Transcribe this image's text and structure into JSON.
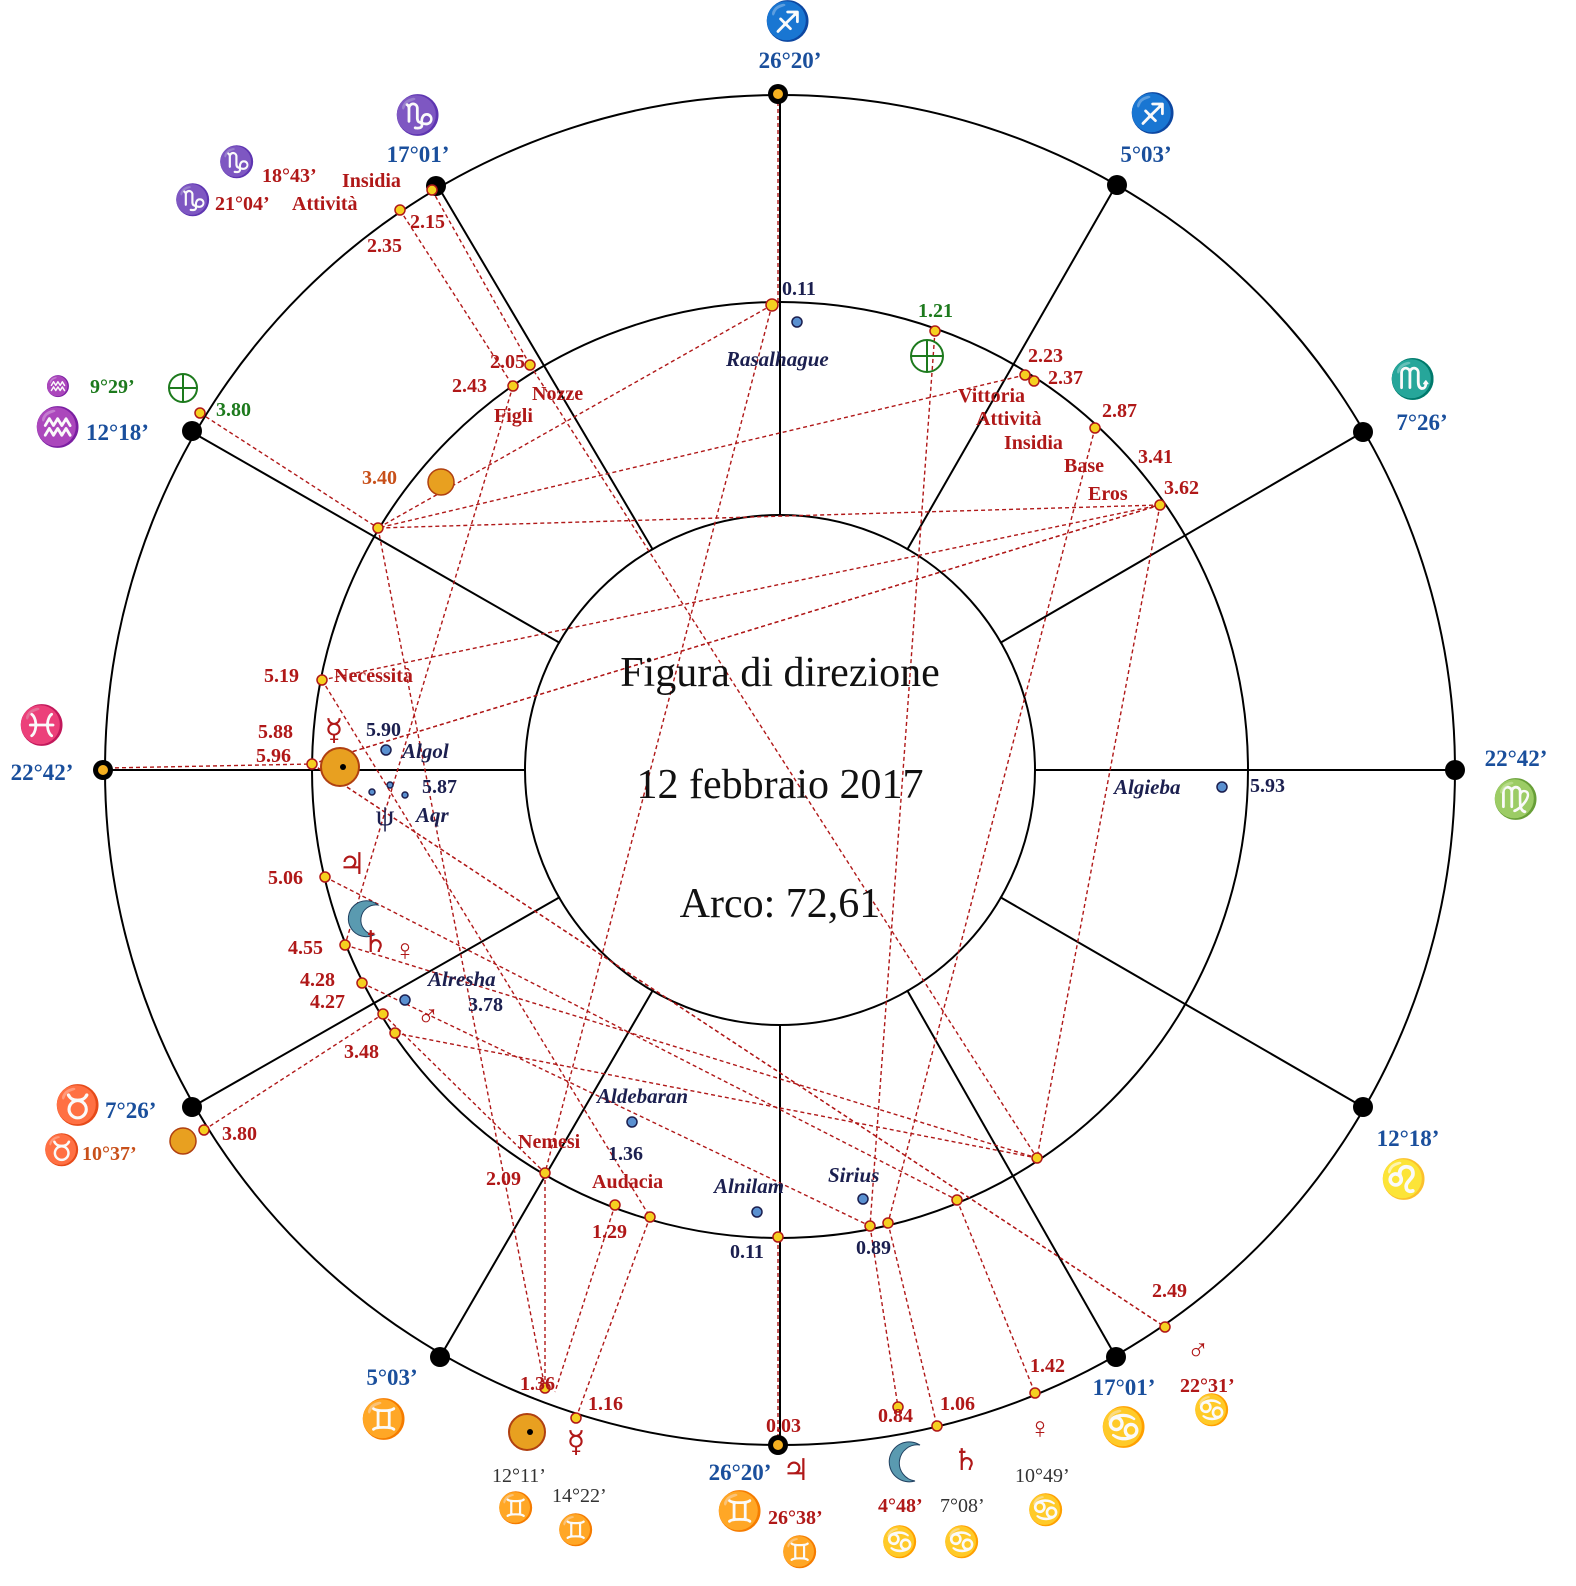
{
  "center": {
    "title": "Figura di direzione",
    "date": "12 febbraio 2017",
    "arc": "Arco: 72,61"
  },
  "colors": {
    "cusp_blue": "#1a4f9c",
    "point_red": "#b01818",
    "star_navy": "#1b1f4f",
    "fortune_green": "#1d7a1d",
    "sun_orange": "#e8a020",
    "dot_fill": "#f5d020"
  },
  "cusps": {
    "mc": "26°20’",
    "top_left": "17°01’",
    "top_right": "5°03’",
    "upper_left": "12°18’",
    "upper_right": "7°26’",
    "asc": "22°42’",
    "desc": "22°42’",
    "lower_left": "7°26’",
    "lower_right": "12°18’",
    "bottom_left": "5°03’",
    "bottom_right": "17°01’",
    "ic": "26°20’"
  },
  "signs": {
    "mc": "♐",
    "top_left": "♑",
    "top_right": "♐",
    "upper_left": "♒",
    "upper_right": "♏",
    "asc": "♓",
    "desc": "♍",
    "lower_left": "♉",
    "lower_right": "♌",
    "bottom_left": "♊",
    "bottom_right": "♋",
    "ic": "♊"
  },
  "outer_points": {
    "insidia_deg": "18°43’",
    "insidia": "Insidia",
    "attivita_deg": "21°04’",
    "attivita": "Attività",
    "v_215": "2.15",
    "v_235": "2.35",
    "fortune_deg": "9°29’",
    "v_380a": "3.80",
    "sun_taurus_deg": "10°37’",
    "v_380b": "3.80",
    "mars_deg": "22°31’",
    "v_249": "2.49",
    "v_142": "1.42",
    "venus_deg": "10°49’",
    "v_106": "1.06",
    "saturn_deg": "7°08’",
    "v_084": "0.84",
    "moon_deg": "4°48’",
    "v_003": "0.03",
    "jupiter_deg": "26°38’",
    "v_116": "1.16",
    "mercury_deg": "14°22’",
    "v_136": "1.36",
    "sun_deg": "12°11’"
  },
  "inner_points": {
    "v_011_top": "0.11",
    "rasalhague": "Rasalhague",
    "v_121": "1.21",
    "v_205": "2.05",
    "v_243": "2.43",
    "nozze": "Nozze",
    "figli": "Figli",
    "v_223": "2.23",
    "v_237": "2.37",
    "vittoria": "Vittoria",
    "attivita": "Attività",
    "insidia": "Insidia",
    "v_287": "2.87",
    "base": "Base",
    "v_341": "3.41",
    "eros": "Eros",
    "v_362": "3.62",
    "v_340": "3.40",
    "v_519": "5.19",
    "necessita": "Necessità",
    "v_588": "5.88",
    "v_596": "5.96",
    "v_590": "5.90",
    "algol": "Algol",
    "v_587": "5.87",
    "aqr": "Aqr",
    "algieba": "Algieba",
    "v_593": "5.93",
    "v_506": "5.06",
    "v_455": "4.55",
    "v_428": "4.28",
    "v_427": "4.27",
    "alresha": "Alresha",
    "v_378": "3.78",
    "v_348": "3.48",
    "aldebaran": "Aldebaran",
    "nemesi": "Nemesi",
    "v_136": "1.36",
    "audacia": "Audacia",
    "v_209": "2.09",
    "v_129": "1.29",
    "alnilam": "Alnilam",
    "v_011_bottom": "0.11",
    "sirius": "Sirius",
    "v_089": "0.89"
  },
  "icons": [
    "sun-icon",
    "moon-icon",
    "mercury-icon",
    "venus-icon",
    "mars-icon",
    "jupiter-icon",
    "saturn-icon",
    "neptune-icon",
    "fortune-icon",
    "star-icon"
  ]
}
